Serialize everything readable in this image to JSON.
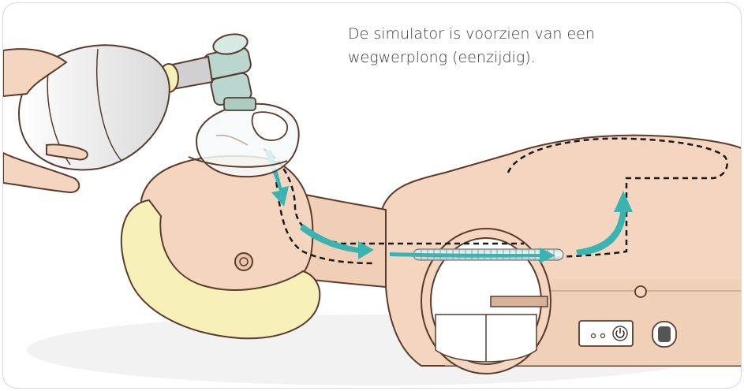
{
  "caption": {
    "line1": "De simulator is voorzien van een",
    "line2": "wegwerplong (eenzijdig)."
  },
  "colors": {
    "skin": "#f4d6c0",
    "skin_dark": "#e8bfa4",
    "hair": "#f7f0b8",
    "arrow": "#3ab3b3",
    "mask_green": "#b9d7cf",
    "frame": "#d9d9d9"
  },
  "icons": {
    "power_switch": "power-icon",
    "indicator_leds": "led-dots",
    "connector_port": "port-icon"
  }
}
